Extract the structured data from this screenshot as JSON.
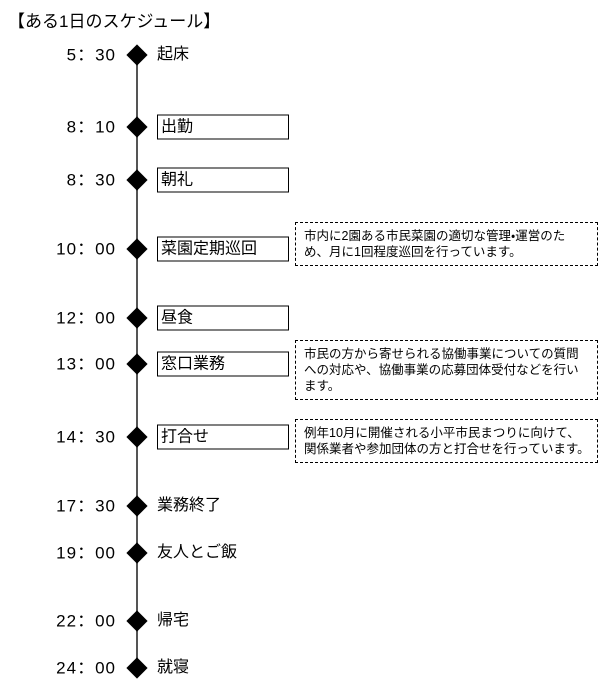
{
  "title": "【ある1日のスケジュール】",
  "timeline": {
    "axis_color": "#555555",
    "marker_color": "#000000",
    "entries": [
      {
        "time": "5：30",
        "label": "起床",
        "boxed": false,
        "note": null
      },
      {
        "time": "8：10",
        "label": "出勤",
        "boxed": true,
        "note": null
      },
      {
        "time": "8：30",
        "label": "朝礼",
        "boxed": true,
        "note": null
      },
      {
        "time": "10：00",
        "label": "菜園定期巡回",
        "boxed": true,
        "note": "市内に2園ある市民菜園の適切な管理・運営のため、月に1回程度巡回を行っています。"
      },
      {
        "time": "12：00",
        "label": "昼食",
        "boxed": true,
        "note": null
      },
      {
        "time": "13：00",
        "label": "窓口業務",
        "boxed": true,
        "note": "市民の方から寄せられる協働事業についての質問への対応や、協働事業の応募団体受付などを行います。"
      },
      {
        "time": "14：30",
        "label": "打合せ",
        "boxed": true,
        "note": "例年10月に開催される小平市民まつりに向けて、関係業者や参加団体の方と打合せを行っています。"
      },
      {
        "time": "17：30",
        "label": "業務終了",
        "boxed": false,
        "note": null
      },
      {
        "time": "19：00",
        "label": "友人とご飯",
        "boxed": false,
        "note": null
      },
      {
        "time": "22：00",
        "label": "帰宅",
        "boxed": false,
        "note": null
      },
      {
        "time": "24：00",
        "label": "就寝",
        "boxed": false,
        "note": null
      }
    ],
    "marker_y": [
      55,
      127,
      180,
      249,
      318,
      364,
      437,
      506,
      553,
      621,
      668
    ],
    "note_y": [
      null,
      null,
      null,
      222,
      null,
      340,
      419,
      null,
      null,
      null,
      null
    ]
  }
}
